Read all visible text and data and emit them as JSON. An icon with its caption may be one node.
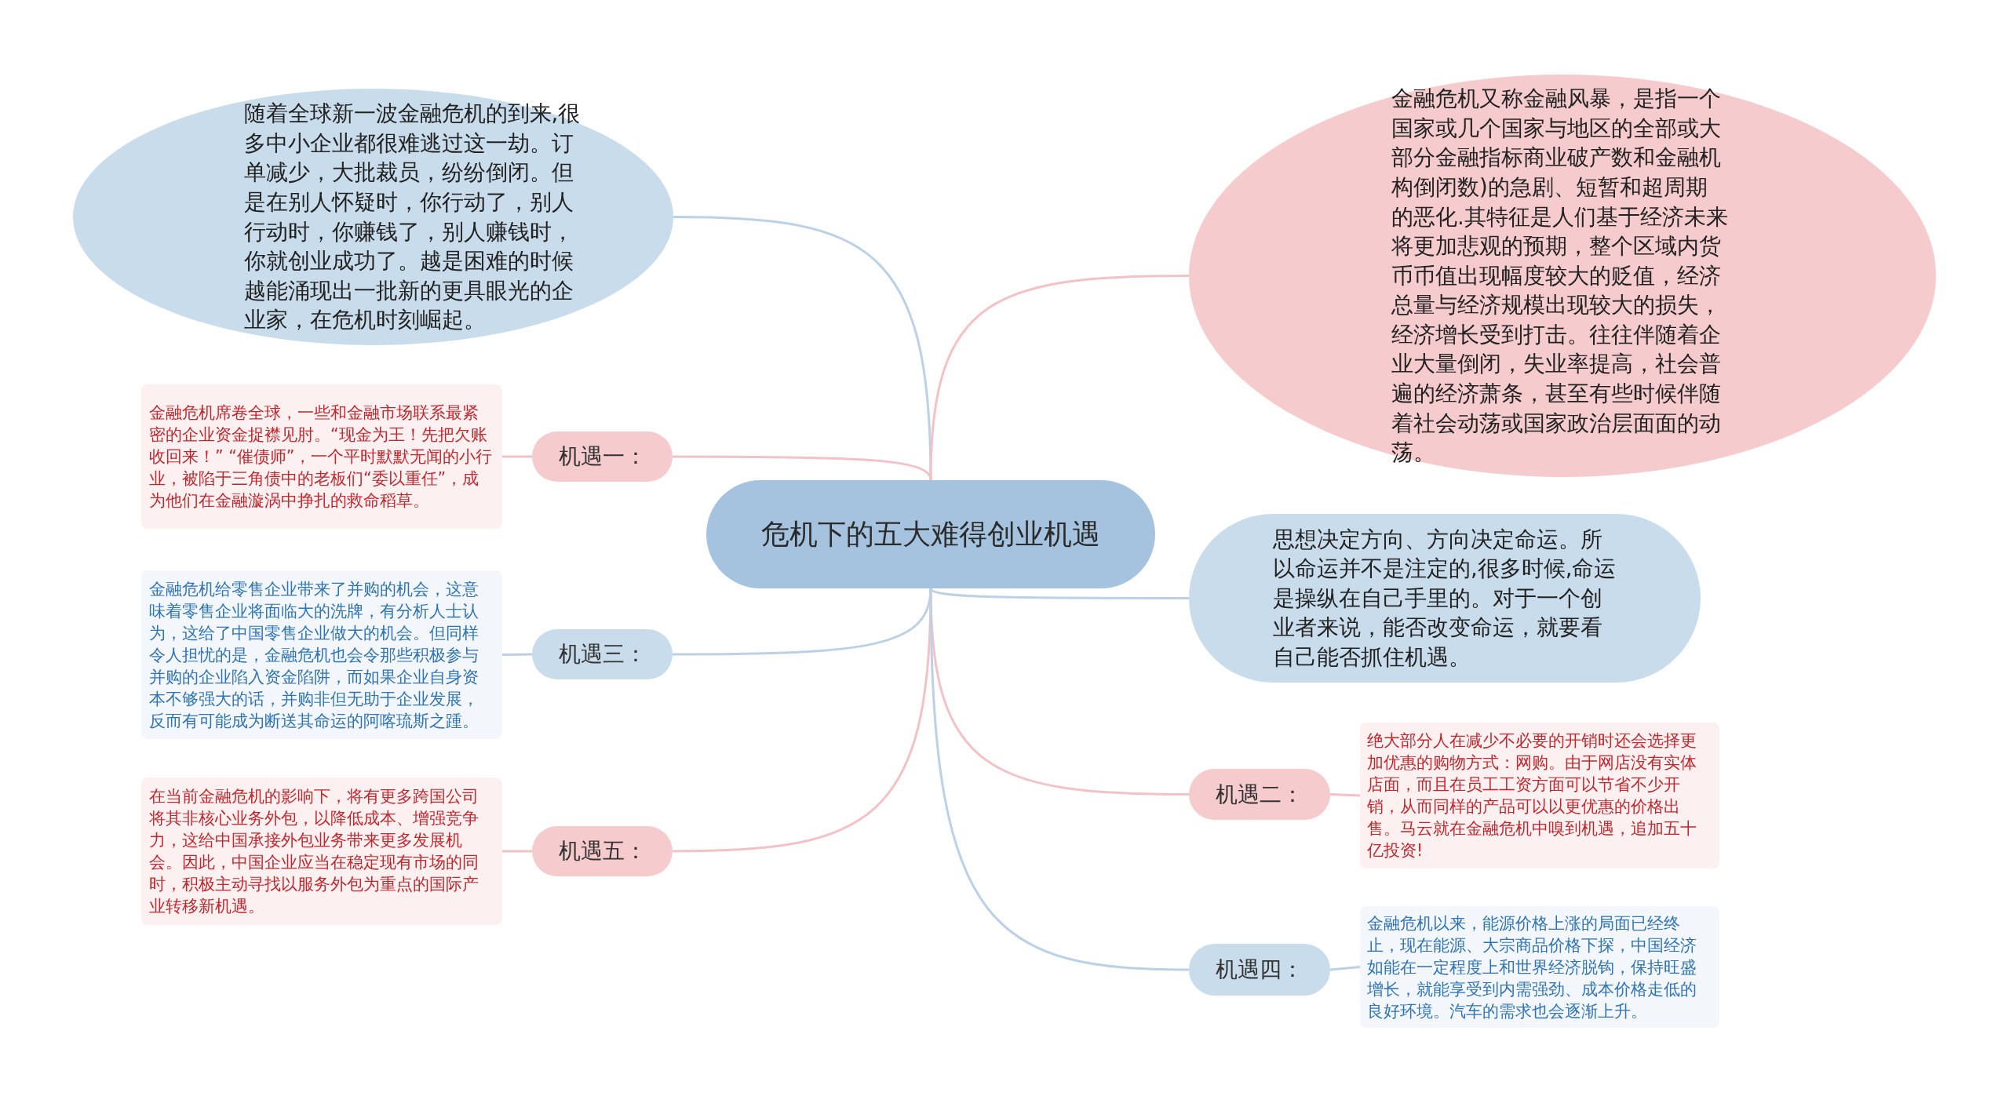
{
  "diagram": {
    "nodes": [
      {
        "text": [
          "危机下的五大难得创业机遇"
        ]
      },
      {
        "text": [
          "随着全球新一波金融危机的到来,很多中小企业都很难逃过这一劫。订单减少，大批裁员，纷纷倒闭。但是在别人怀疑时，你行动了，别人行动时，你赚钱了，别人赚钱时，你就创业成功了。越是困难的时候越能涌现出一批新的更具眼光的企业家，在危机时刻崛起。"
        ]
      },
      {
        "text": [
          "金融危机又称金融风暴，是指一个国家或几个国家与地区的全部或大部分金融指标商业破产数和金融机构倒闭数)的急剧、短暂和超周期的恶化.其特征是人们基于经济未来将更加悲观的预期，整个区域内货币币值出现幅度较大的贬值，经济总量与经济规模出现较大的损失，经济增长受到打击。往往伴随着企业大量倒闭，失业率提高，社会普遍的经济萧条，甚至有些时候伴随着社会动荡或国家政治层面面的动荡。"
        ]
      },
      {
        "text": [
          "思想决定方向、方向决定命运。所以命运并不是注定的,很多时候,命运是操纵在自己手里的。对于一个创业者来说，能否改变命运，就要看自己能否抓住机遇。"
        ]
      },
      {
        "text": [
          "机遇一："
        ]
      },
      {
        "text": [
          "金融危机席卷全球，一些和金融市场联系最紧密的企业资金捉襟见肘。“现金为王！先把欠账收回来！” “催债师”，一个平时默默无闻的小行业，被陷于三角债中的老板们“委以重任”，成为他们在金融漩涡中挣扎的救命稻草。"
        ]
      },
      {
        "text": [
          "机遇三："
        ]
      },
      {
        "text": [
          "金融危机给零售企业带来了并购的机会，这意味着零售企业将面临大的洗牌，有分析人士认为，这给了中国零售企业做大的机会。但同样令人担忧的是，金融危机也会令那些积极参与并购的企业陷入资金陷阱，而如果企业自身资本不够强大的话，并购非但无助于企业发展，反而有可能成为断送其命运的阿喀琉斯之踵。"
        ]
      },
      {
        "text": [
          "机遇五："
        ]
      },
      {
        "text": [
          "在当前金融危机的影响下，将有更多跨国公司将其非核心业务外包，以降低成本、增强竞争力，这给中国承接外包业务带来更多发展机会。因此，中国企业应当在稳定现有市场的同时，积极主动寻找以服务外包为重点的国际产业转移新机遇。"
        ]
      },
      {
        "text": [
          "机遇二："
        ]
      },
      {
        "text": [
          "绝大部分人在减少不必要的开销时还会选择更加优惠的购物方式：网购。由于网店没有实体店面，而且在员工工资方面可以节省不少开销，从而同样的产品可以以更优惠的价格出售。马云就在金融危机中嗅到机遇，追加五十亿投资!"
        ]
      },
      {
        "text": [
          "机遇四："
        ]
      },
      {
        "text": [
          "金融危机以来，能源价格上涨的局面已经终止，现在能源、大宗商品价格下探，中国经济如能在一定程度上和世界经济脱钩，保持旺盛增长，就能享受到内需强劲、成本价格走低的良好环境。汽车的需求也会逐渐上升。"
        ]
      }
    ],
    "edges": [
      {
        "from": 0,
        "to": 1,
        "arrow": "none",
        "color": "#bcd1e6"
      },
      {
        "from": 0,
        "to": 2,
        "arrow": "none"
      },
      {
        "from": 0,
        "to": 3,
        "arrow": "none",
        "color": "#bcd1e6"
      },
      {
        "from": 0,
        "to": 4,
        "arrow": "none"
      },
      {
        "from": 0,
        "to": 6,
        "arrow": "none",
        "color": "#bcd1e6"
      },
      {
        "from": 0,
        "to": 8,
        "arrow": "none"
      },
      {
        "from": 0,
        "to": 10,
        "arrow": "none"
      },
      {
        "from": 0,
        "to": 12,
        "arrow": "none",
        "color": "#bcd1e6"
      },
      {
        "from": 4,
        "to": 5,
        "arrow": "none"
      },
      {
        "from": 6,
        "to": 7,
        "arrow": "none",
        "color": "#bcd1e6"
      },
      {
        "from": 8,
        "to": 9,
        "arrow": "none"
      },
      {
        "from": 10,
        "to": 11,
        "arrow": "none"
      },
      {
        "from": 12,
        "to": 13,
        "arrow": "none",
        "color": "#bcd1e6"
      }
    ]
  }
}
